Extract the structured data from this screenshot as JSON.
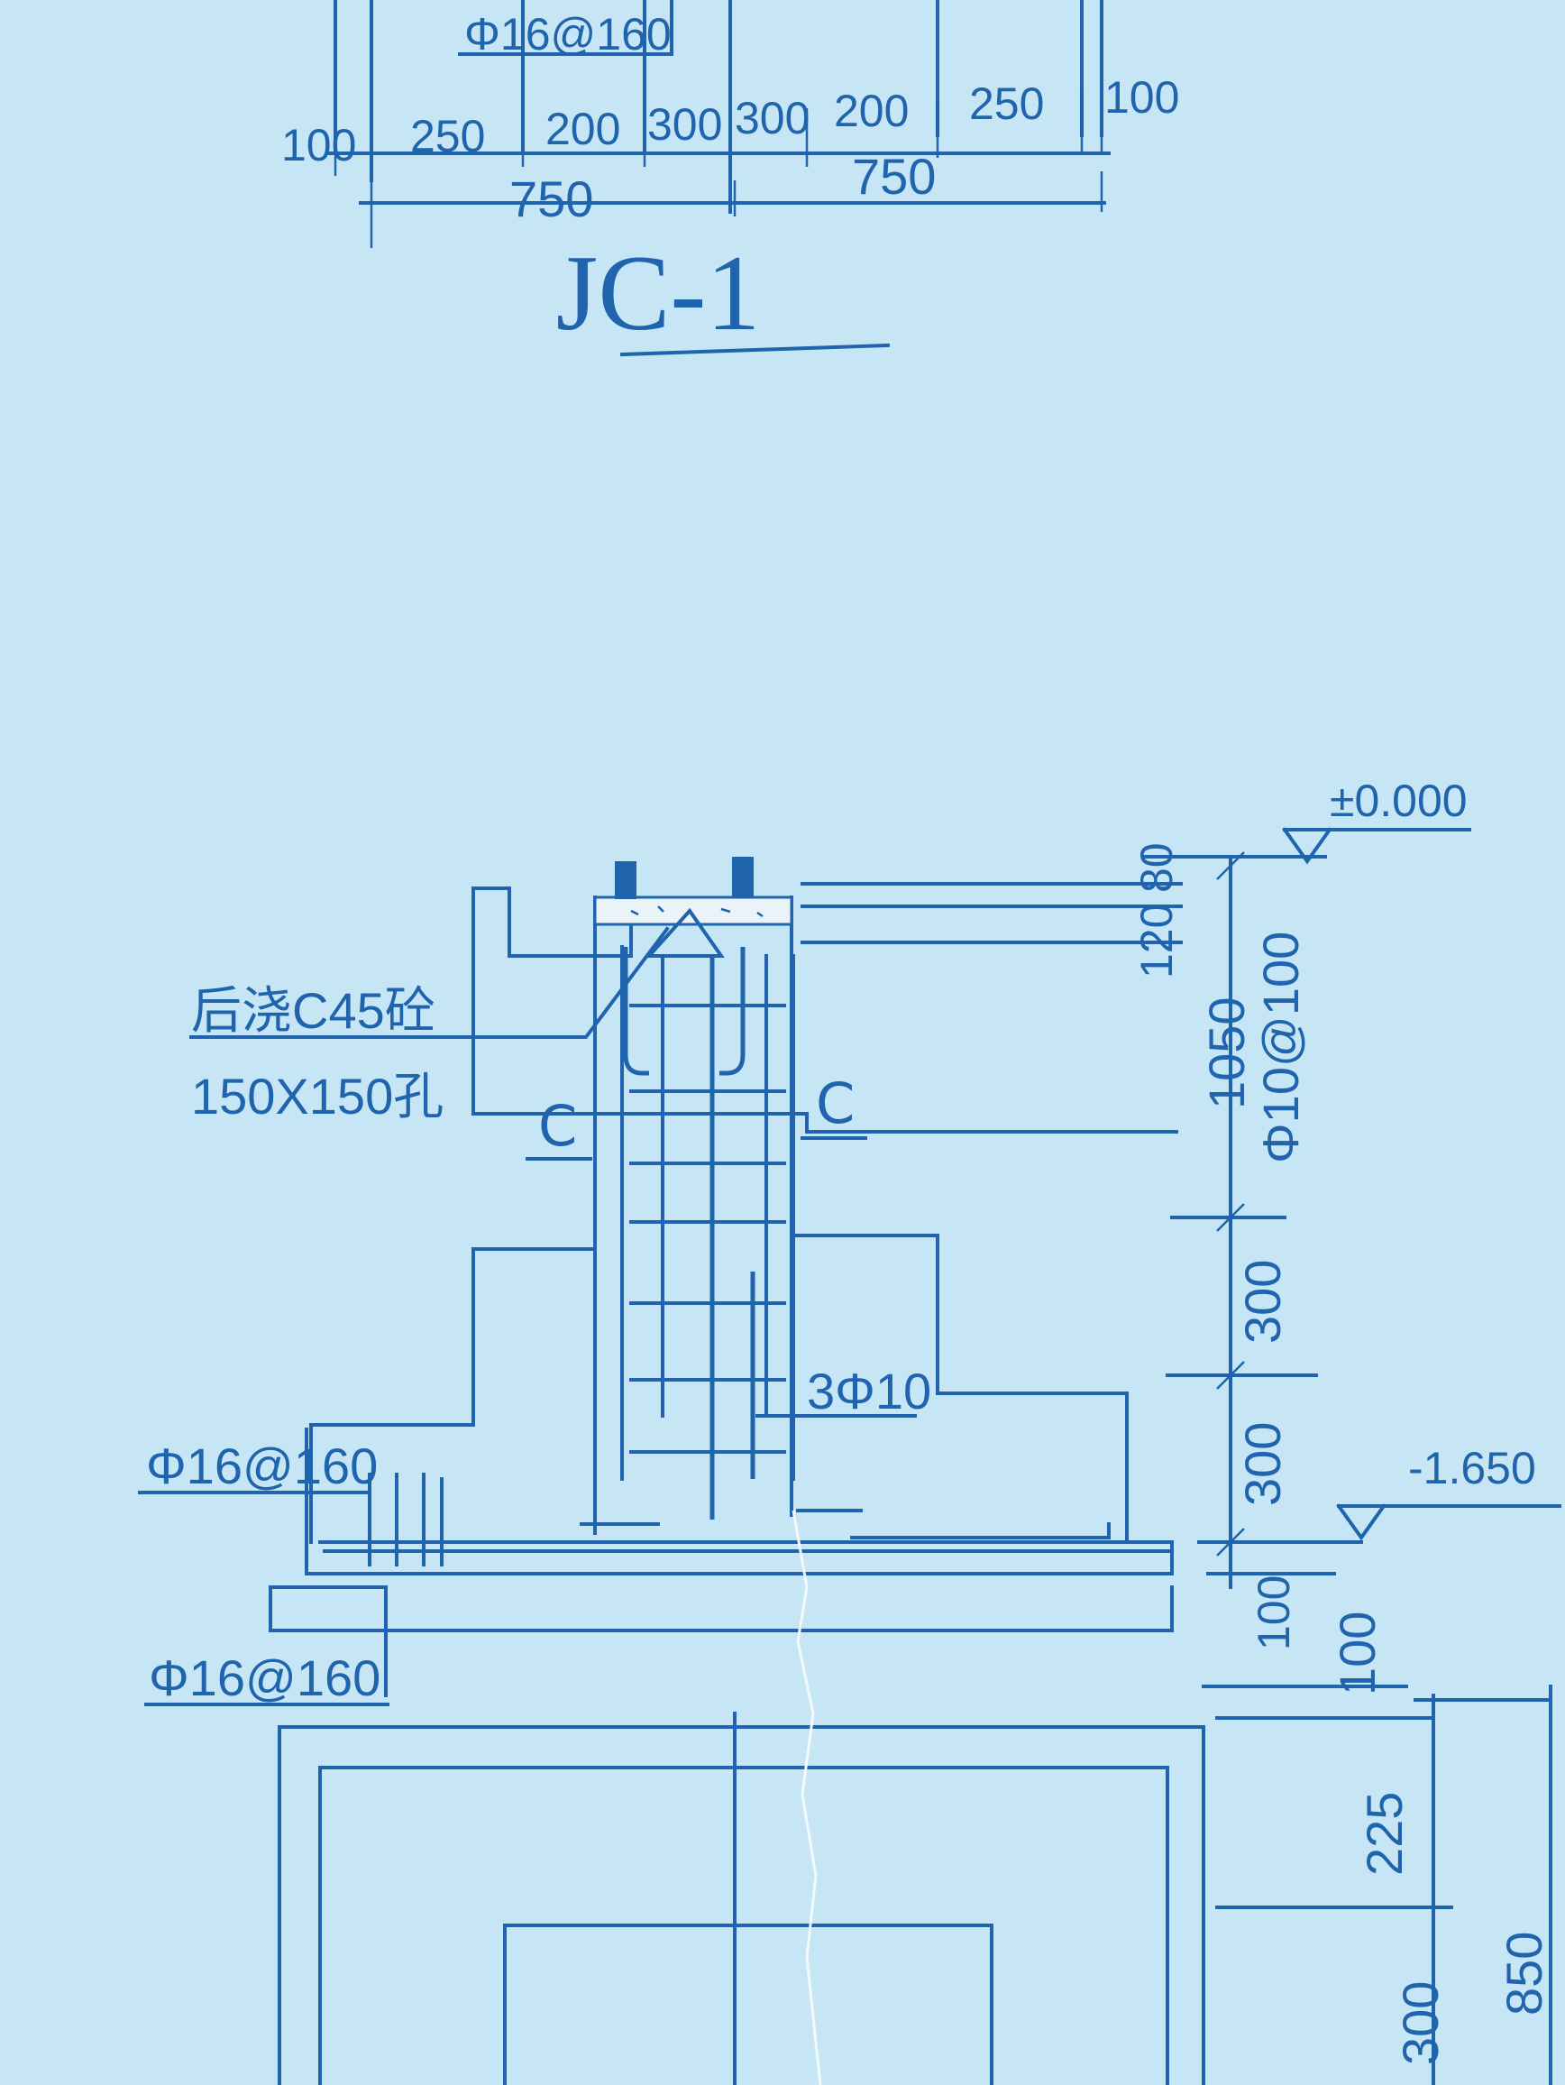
{
  "top_detail": {
    "rebar_label": "Φ16@160",
    "dims_row1": [
      "100",
      "250",
      "200",
      "300",
      "300",
      "200",
      "250",
      "100"
    ],
    "dims_row2": [
      "750",
      "750"
    ],
    "title": "JC-1"
  },
  "section": {
    "note_grout": "后浇C45砼",
    "note_hole": "150X150孔",
    "cut_marker_left": "C",
    "cut_marker_right": "C",
    "rebar_top_left": "Φ16@160",
    "rebar_bottom_left": "Φ16@160",
    "rebar_center": "3Φ10",
    "stirrup_label": "Φ10@100",
    "elevation_top": "±0.000",
    "elevation_bottom": "-1.650",
    "vertical_dims": [
      "120",
      "80",
      "1050",
      "300",
      "300",
      "100",
      "100",
      "225",
      "300",
      "850"
    ]
  },
  "colors": {
    "paper": "#c6e6f6",
    "ink": "#1f64ad"
  }
}
